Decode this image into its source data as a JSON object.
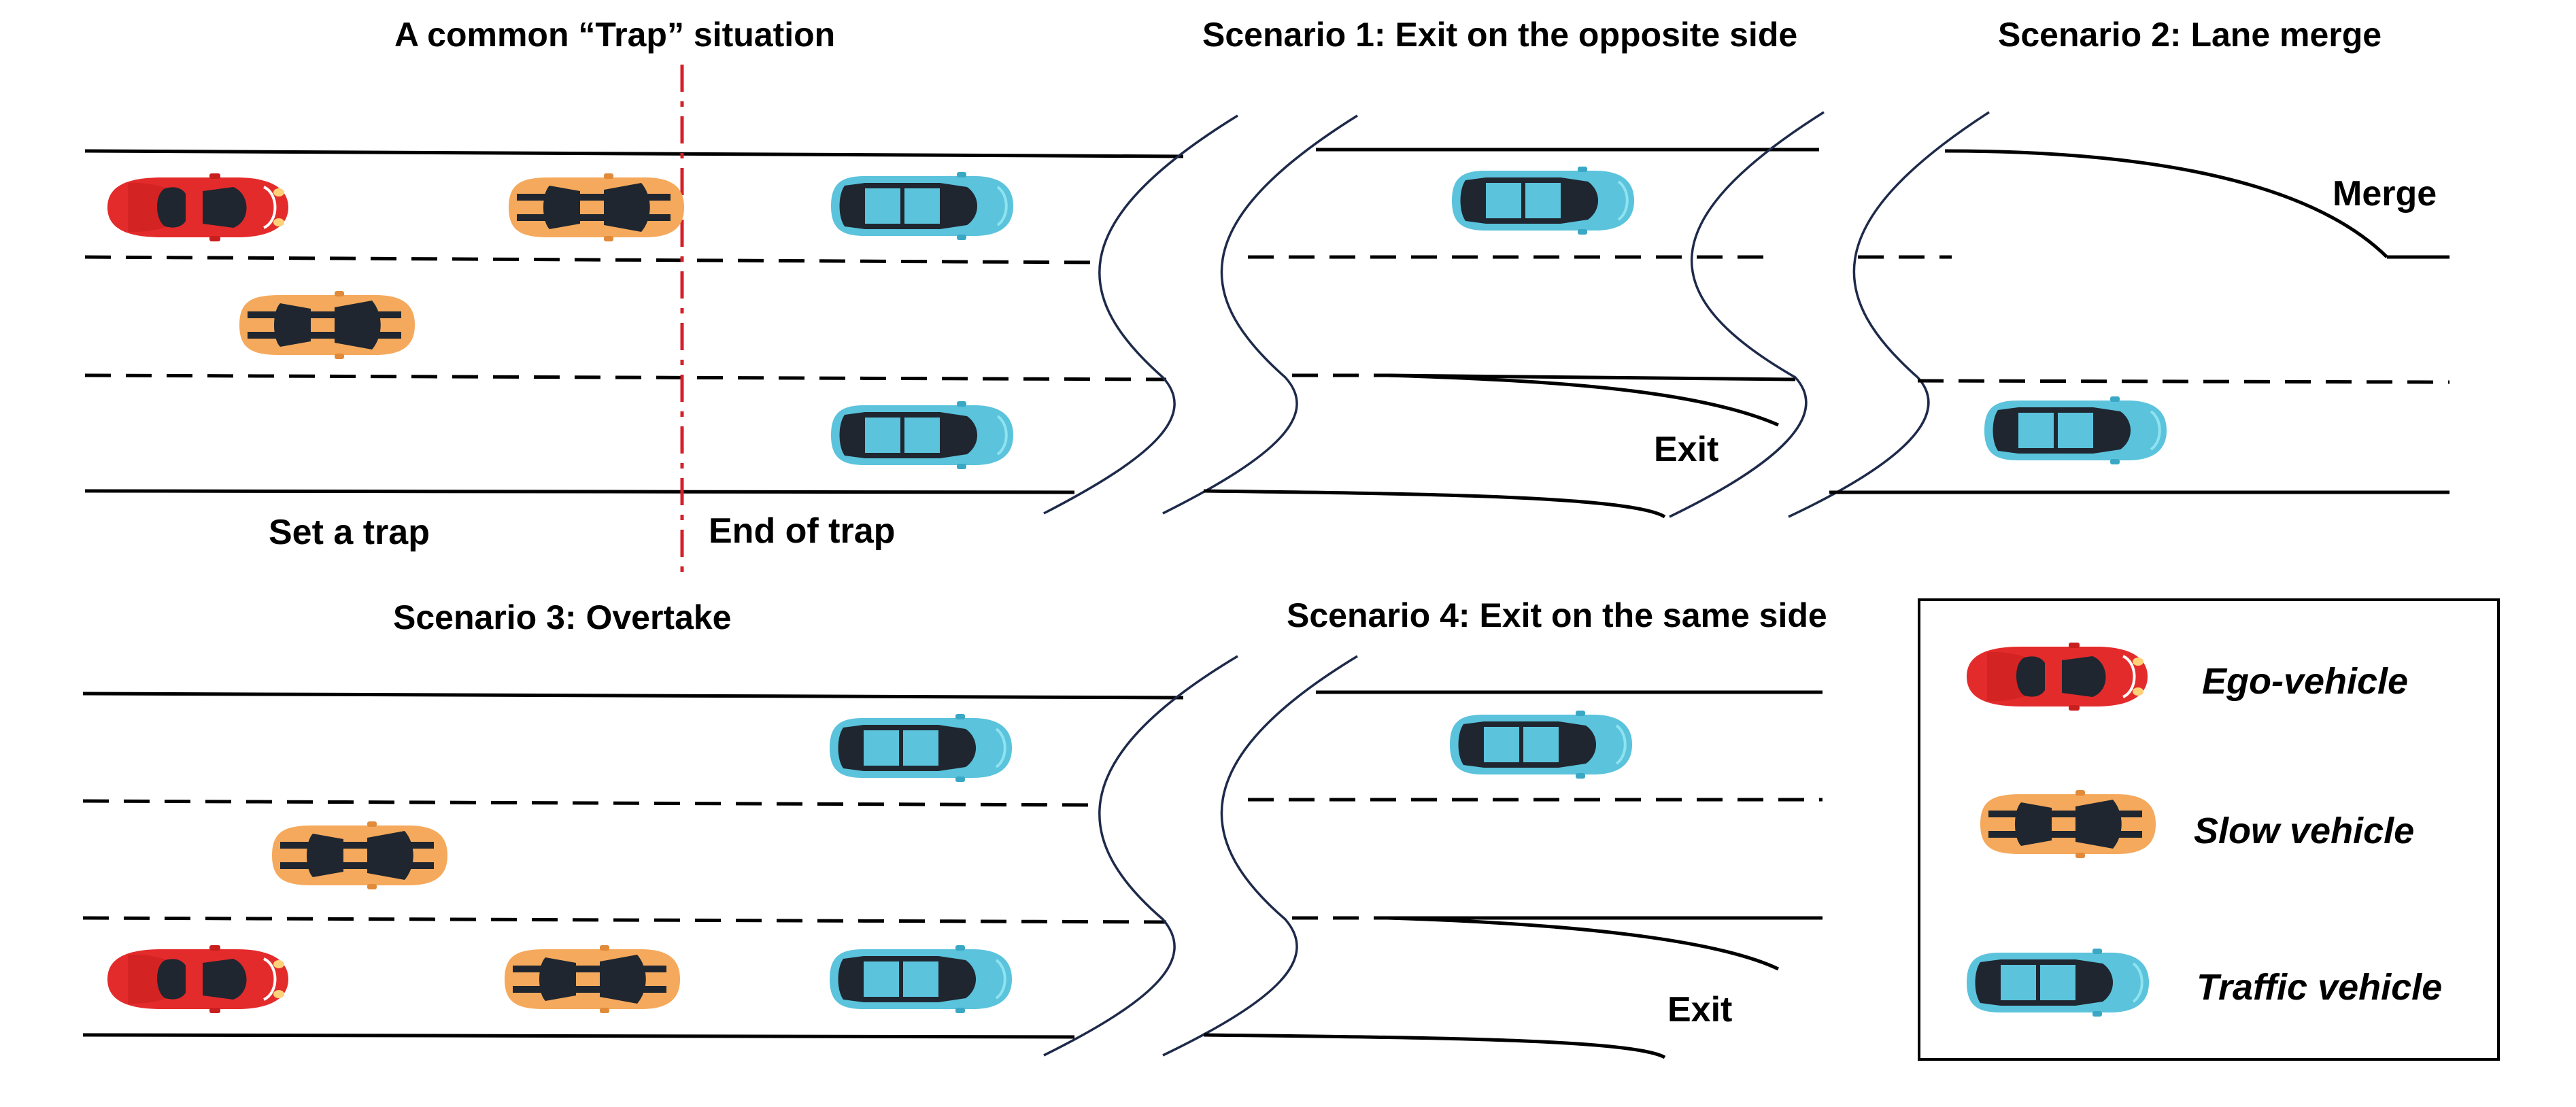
{
  "titles": {
    "trap": "A common “Trap” situation",
    "s1": "Scenario 1: Exit on the opposite side",
    "s2": "Scenario 2: Lane merge",
    "s3": "Scenario 3: Overtake",
    "s4": "Scenario 4: Exit on the same side"
  },
  "labels": {
    "set_trap": "Set a trap",
    "end_trap": "End of trap",
    "exit1": "Exit",
    "merge": "Merge",
    "exit4": "Exit"
  },
  "legend": [
    {
      "type": "ego",
      "label": "Ego-vehicle"
    },
    {
      "type": "slow",
      "label": "Slow vehicle"
    },
    {
      "type": "traffic",
      "label": "Traffic vehicle"
    }
  ],
  "colors": {
    "ego": "#e42b2b",
    "slow": "#f5a95c",
    "traffic": "#5bc3dc",
    "dark": "#1f2630",
    "trap_line": "#d4202a"
  }
}
